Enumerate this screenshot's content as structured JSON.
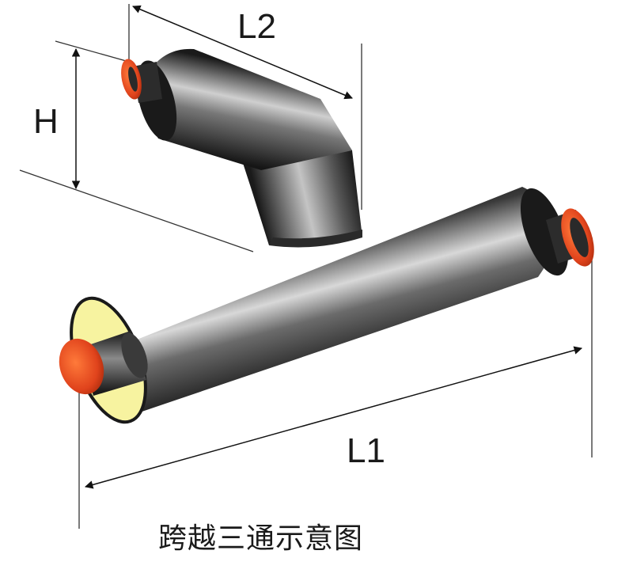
{
  "labels": {
    "h": "H",
    "l1": "L1",
    "l2": "L2"
  },
  "caption": "跨越三通示意图",
  "colors": {
    "jacket": "#1c1c1c",
    "insulation": "#f7f3a0",
    "steel_pipe": "#e0431c",
    "line": "#333333"
  }
}
